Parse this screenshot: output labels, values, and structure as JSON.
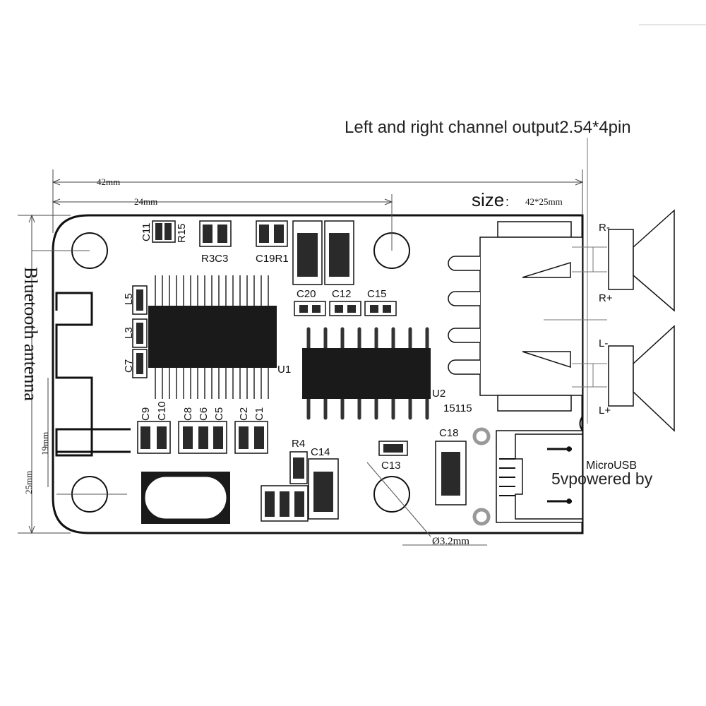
{
  "texts": {
    "channel_output": "Left and right channel output2.54*4pin",
    "size_word": "size",
    "size_colon": ":",
    "size_value": "42*25mm",
    "dim_42": "42mm",
    "dim_24": "24mm",
    "dim_25": "25mm",
    "dim_19": "19mm",
    "hole": "Ø3.2mm",
    "antenna": "Bluetooth antenna",
    "microusb": "MicroUSB",
    "powered": "5vpowered by",
    "r_minus": "R-",
    "r_plus": "R+",
    "l_minus": "L-",
    "l_plus": "L+",
    "u1": "U1",
    "u2": "U2",
    "part_no": "15115"
  },
  "components": {
    "c11": "C11",
    "r15": "R15",
    "r3c3": "R3C3",
    "c19r1": "C19R1",
    "c20": "C20",
    "c12": "C12",
    "c15": "C15",
    "l5": "L5",
    "l3": "L3",
    "c7": "C7",
    "c9": "C9",
    "c10": "C10",
    "c8": "C8",
    "c6": "C6",
    "c5": "C5",
    "c2": "C2",
    "c1": "C1",
    "r4": "R4",
    "c14": "C14",
    "c13": "C13",
    "c18": "C18"
  },
  "colors": {
    "ink": "#111111",
    "board": "#ffffff",
    "chip": "#1a1a1a"
  }
}
